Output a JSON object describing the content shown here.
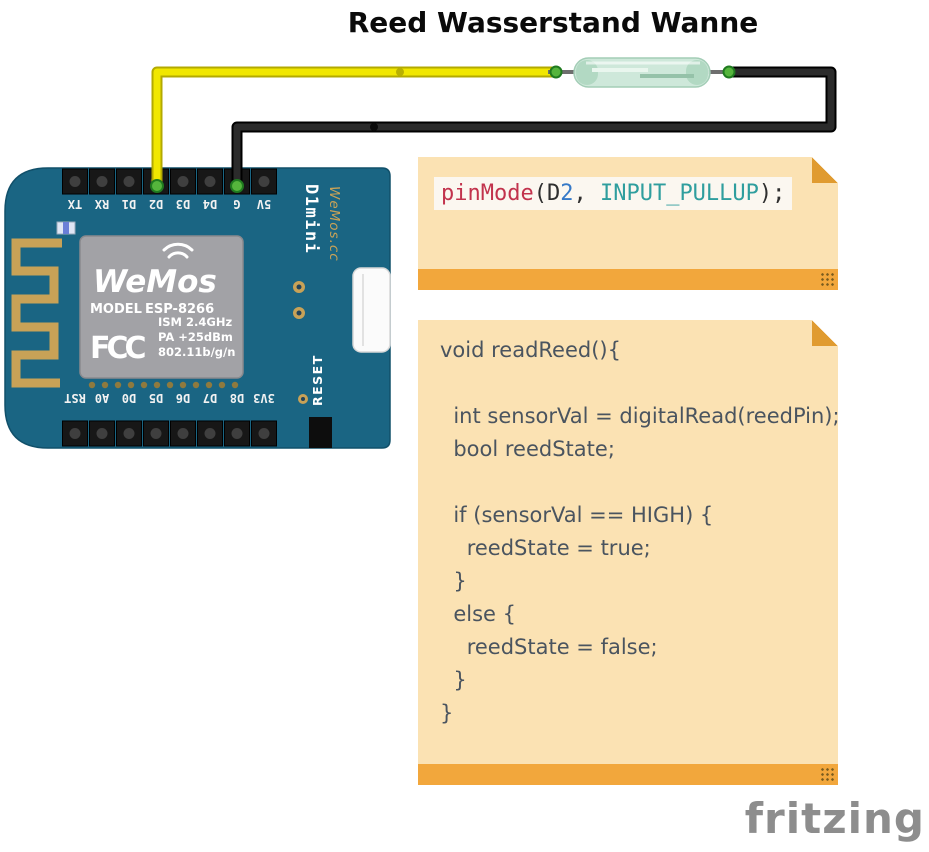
{
  "title": "Reed Wasserstand Wanne",
  "watermark": "fritzing",
  "board": {
    "top_pins": [
      "TX",
      "RX",
      "D1",
      "D2",
      "D3",
      "D4",
      "G",
      "5V"
    ],
    "bottom_pins": [
      "RST",
      "A0",
      "D0",
      "D5",
      "D6",
      "D7",
      "D8",
      "3V3"
    ],
    "shield": {
      "logo": "WeMos",
      "model_label": "MODEL",
      "model_value": "ESP-8266",
      "cert": "FCC",
      "spec_lines": [
        "ISM 2.4GHz",
        "PA +25dBm",
        "802.11b/g/n"
      ]
    },
    "silk": {
      "product": "D1mini",
      "site": "WeMos.cc",
      "reset": "RESET"
    }
  },
  "notes": {
    "pinmode": {
      "segments": [
        {
          "text": "pinMode",
          "color": "#c2334d"
        },
        {
          "text": "(D",
          "color": "#2f2f2f"
        },
        {
          "text": "2",
          "color": "#3579c8"
        },
        {
          "text": ", ",
          "color": "#2f2f2f"
        },
        {
          "text": "INPUT_PULLUP",
          "color": "#2f9e9e"
        },
        {
          "text": ");",
          "color": "#2f2f2f"
        }
      ]
    },
    "function": {
      "lines": [
        "void readReed(){",
        "",
        "  int sensorVal = digitalRead(reedPin);",
        "  bool reedState;",
        "",
        "  if (sensorVal == HIGH) {",
        "    reedState = true;",
        "  }",
        "  else {",
        "    reedState = false;",
        "  }",
        "}"
      ]
    }
  },
  "colors": {
    "board_blue": "#1a6583",
    "wire_yellow": "#f1e700",
    "wire_black": "#2b2b2b",
    "connector_green": "#55b53c",
    "reed_glass": "#cbe7d8",
    "shield_gray": "#a2a2a6",
    "antenna_gold": "#c8a257",
    "note_background": "#fbe2b3",
    "note_bar": "#f2a73c",
    "code_red": "#c2334d",
    "code_blue": "#3579c8",
    "code_teal": "#2f9e9e",
    "note_text": "#4a545f",
    "watermark_gray": "#8d8d8d"
  }
}
